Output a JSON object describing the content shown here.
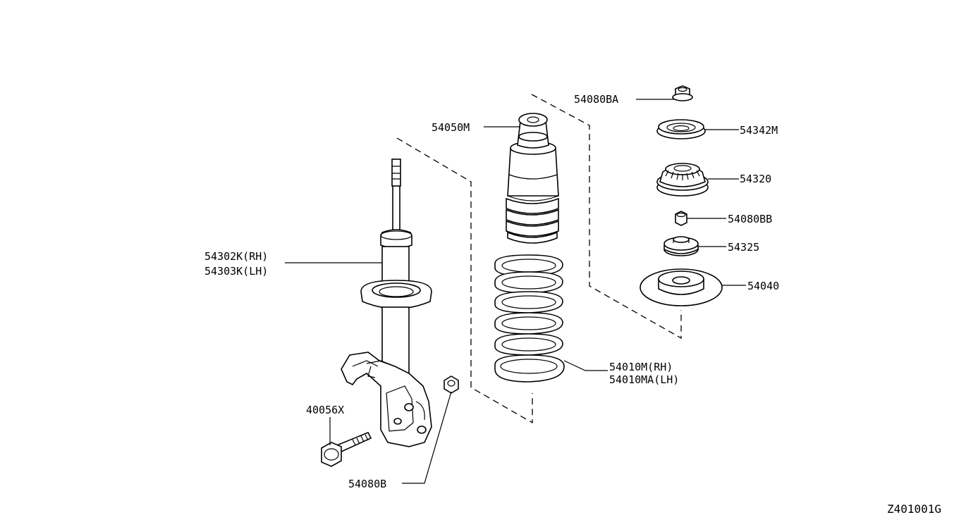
{
  "diagram_code": "Z401001G",
  "callouts": {
    "nut_top": "54080BA",
    "mount_insulator": "54342M",
    "bearing": "54320",
    "nut_small": "54080BB",
    "bound_bumper_seat": "54325",
    "spring_seat_upper": "54040",
    "bound_bumper": "54050M",
    "strut_rh": "54302K(RH)",
    "strut_lh": "54303K(LH)",
    "coil_spring_rh": "54010M(RH)",
    "coil_spring_lh": "54010MA(LH)",
    "bolt": "40056X",
    "nut_strut": "54080B"
  }
}
